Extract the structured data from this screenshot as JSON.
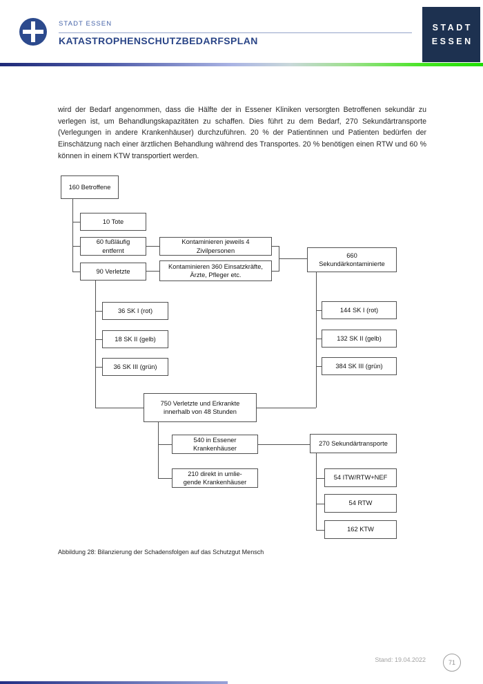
{
  "header": {
    "org_name": "STADT ESSEN",
    "document_title": "KATASTROPHENSCHUTZBEDARFSPLAN",
    "badge": {
      "line1": "STADT",
      "line2": "ESSEN"
    },
    "colors": {
      "primary_blue": "#2a4587",
      "badge_navy": "#1d3150",
      "gradient_start_blue": "#1e2a78",
      "gradient_end_green": "#1ede00"
    }
  },
  "body": {
    "paragraph": "wird der Bedarf angenommen, dass die Hälfte der in Essener Kliniken versorgten Betroffenen sekundär zu verlegen ist, um Behandlungskapazitäten zu schaffen.  Dies führt zu dem Bedarf, 270 Sekundärtransporte (Verlegungen in andere Krankenhäuser) durchzuführen. 20 % der Patientinnen und Patienten bedürfen der Einschätzung nach einer ärztlichen Behandlung während des Transportes. 20 % benötigen einen RTW und 60 % können in einem KTW transportiert werden."
  },
  "diagram": {
    "nodes": {
      "n160": {
        "label": "160 Betroffene"
      },
      "n10": {
        "label": "10 Tote"
      },
      "n60": {
        "label": "60 fußläufig\nentfernt"
      },
      "n90": {
        "label": "90 Verletzte"
      },
      "nk4": {
        "label": "Kontaminieren jeweils 4\nZivilpersonen"
      },
      "nk360": {
        "label": "Kontaminieren 360 Einsatzkräfte,\nÄrzte, Pfleger etc."
      },
      "n660": {
        "label": "660\nSekundärkontaminierte"
      },
      "nsk1l": {
        "label": "36 SK I (rot)"
      },
      "nsk2l": {
        "label": "18 SK II (gelb)"
      },
      "nsk3l": {
        "label": "36 SK III (grün)"
      },
      "nsk1r": {
        "label": "144 SK I (rot)"
      },
      "nsk2r": {
        "label": "132 SK II (gelb)"
      },
      "nsk3r": {
        "label": "384 SK III (grün)"
      },
      "n750": {
        "label": "750 Verletzte und Erkrankte\ninnerhalb von 48 Stunden"
      },
      "n540": {
        "label": "540 in Essener\nKrankenhäuser"
      },
      "n210": {
        "label": "210 direkt in umlie-\ngende Krankenhäuser"
      },
      "n270": {
        "label": "270 Sekundärtransporte"
      },
      "n54itw": {
        "label": "54 ITW/RTW+NEF"
      },
      "n54rtw": {
        "label": "54 RTW"
      },
      "n162ktw": {
        "label": "162 KTW"
      }
    }
  },
  "caption": "Abbildung 28: Bilanzierung der Schadensfolgen auf das Schutzgut Mensch",
  "footer": {
    "stand": "Stand: 19.04.2022",
    "page_number": "71"
  }
}
